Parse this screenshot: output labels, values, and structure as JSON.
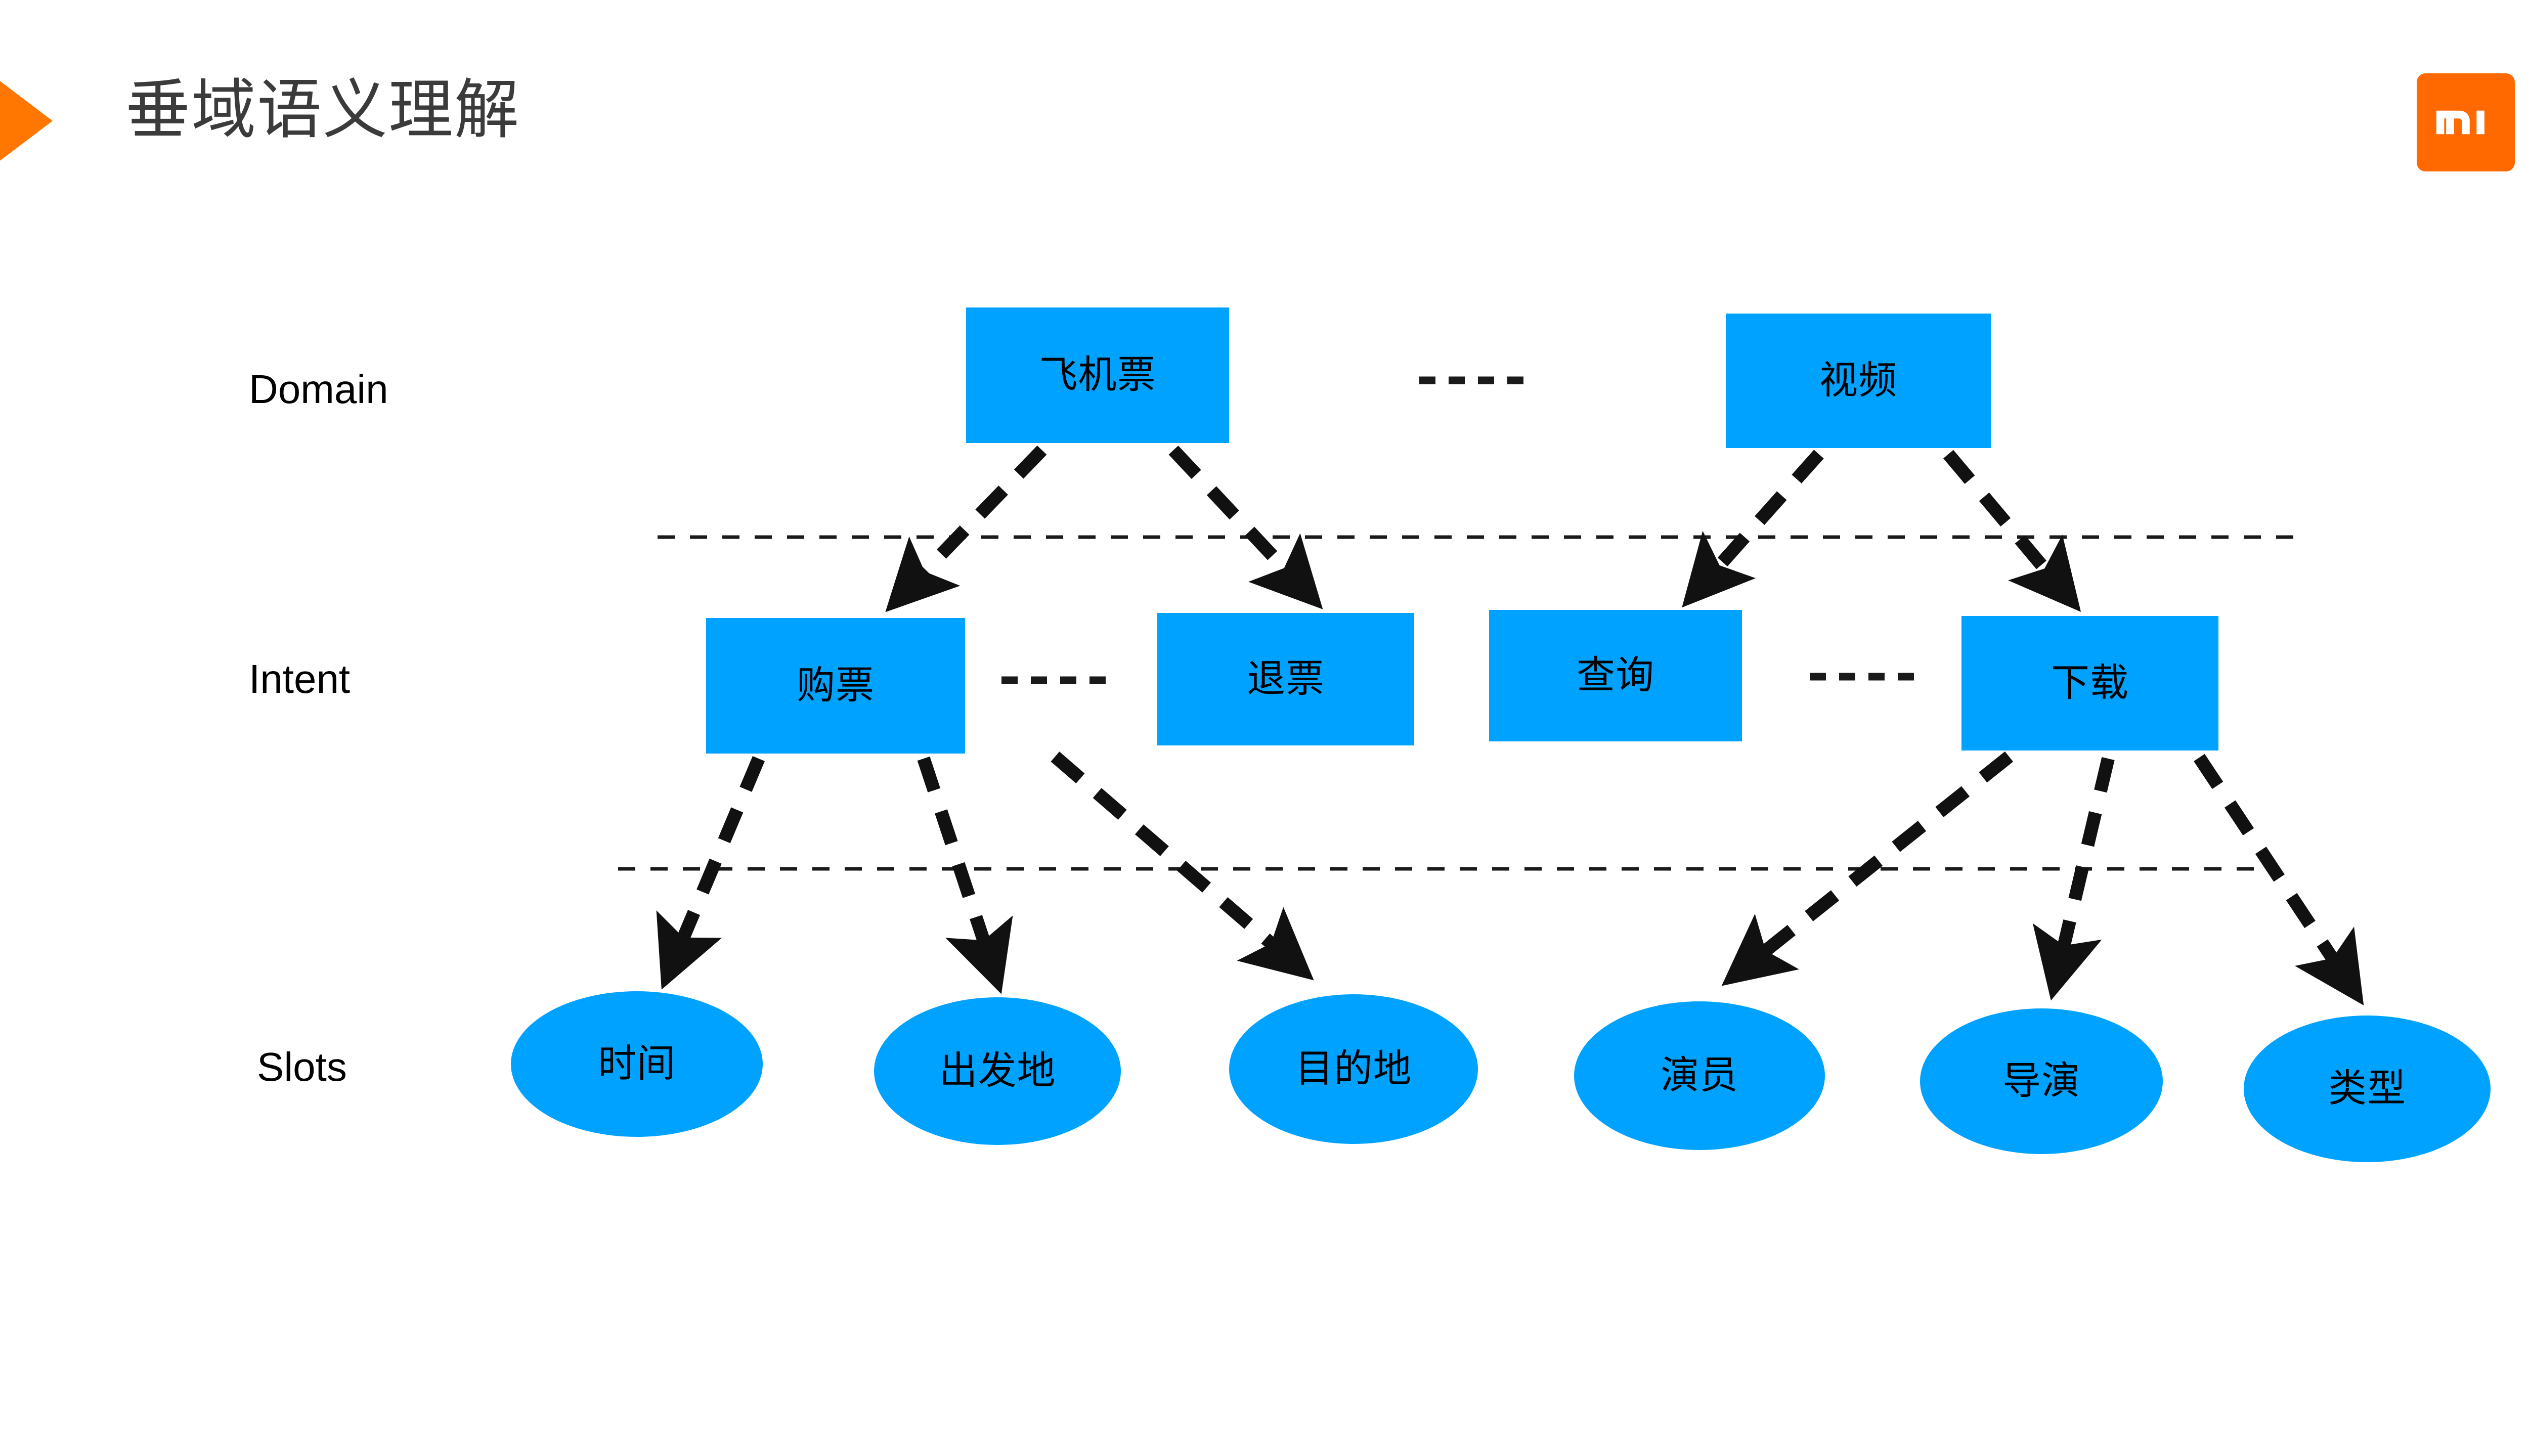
{
  "slide": {
    "title": "垂域语义理解",
    "marker_icon": "orange-triangle-icon",
    "marker_color": "#FF7700",
    "background_color": "#FFFFFF",
    "logo": {
      "name": "xiaomi-mi-logo",
      "wordmark": "MI",
      "background_color": "#FF6900",
      "mark_color": "#FFFFFF"
    }
  },
  "theme": {
    "node_fill": "#00A2FF",
    "node_text": "#000000",
    "connector_color": "#1A1A1A",
    "separator_color": "#1A1A1A",
    "title_color": "#3B3B3B"
  },
  "diagram": {
    "type": "hierarchy",
    "row_labels": {
      "domain": "Domain",
      "intent": "Intent",
      "slots": "Slots"
    },
    "layers": [
      {
        "id": "domain",
        "label": "Domain",
        "shape": "rect",
        "nodes": [
          {
            "id": "flight-ticket",
            "label": "飞机票"
          },
          {
            "id": "video",
            "label": "视频"
          }
        ],
        "peer_ellipsis": [
          {
            "between": [
              "flight-ticket",
              "video"
            ],
            "style": "dashed-short"
          }
        ]
      },
      {
        "id": "intent",
        "label": "Intent",
        "shape": "rect",
        "nodes": [
          {
            "id": "buy-ticket",
            "label": "购票"
          },
          {
            "id": "refund-ticket",
            "label": "退票"
          },
          {
            "id": "query",
            "label": "查询"
          },
          {
            "id": "download",
            "label": "下载"
          }
        ],
        "peer_ellipsis": [
          {
            "between": [
              "buy-ticket",
              "refund-ticket"
            ],
            "style": "dashed-short"
          },
          {
            "between": [
              "query",
              "download"
            ],
            "style": "dashed-short"
          }
        ]
      },
      {
        "id": "slots",
        "label": "Slots",
        "shape": "ellipse",
        "nodes": [
          {
            "id": "time",
            "label": "时间"
          },
          {
            "id": "origin",
            "label": "出发地"
          },
          {
            "id": "destination",
            "label": "目的地"
          },
          {
            "id": "actor",
            "label": "演员"
          },
          {
            "id": "director",
            "label": "导演"
          },
          {
            "id": "genre",
            "label": "类型"
          }
        ]
      }
    ],
    "edges": [
      {
        "from": "flight-ticket",
        "to": "buy-ticket",
        "style": "dashed-arrow"
      },
      {
        "from": "flight-ticket",
        "to": "refund-ticket",
        "style": "dashed-arrow"
      },
      {
        "from": "video",
        "to": "query",
        "style": "dashed-arrow"
      },
      {
        "from": "video",
        "to": "download",
        "style": "dashed-arrow"
      },
      {
        "from": "buy-ticket",
        "to": "time",
        "style": "dashed-arrow"
      },
      {
        "from": "buy-ticket",
        "to": "origin",
        "style": "dashed-arrow"
      },
      {
        "from": "buy-ticket",
        "to": "destination",
        "style": "dashed-arrow"
      },
      {
        "from": "download",
        "to": "actor",
        "style": "dashed-arrow"
      },
      {
        "from": "download",
        "to": "director",
        "style": "dashed-arrow"
      },
      {
        "from": "download",
        "to": "genre",
        "style": "dashed-arrow"
      }
    ],
    "separators": [
      {
        "id": "domain-intent",
        "style": "dashed-thin"
      },
      {
        "id": "intent-slots",
        "style": "dashed-thin"
      }
    ]
  }
}
